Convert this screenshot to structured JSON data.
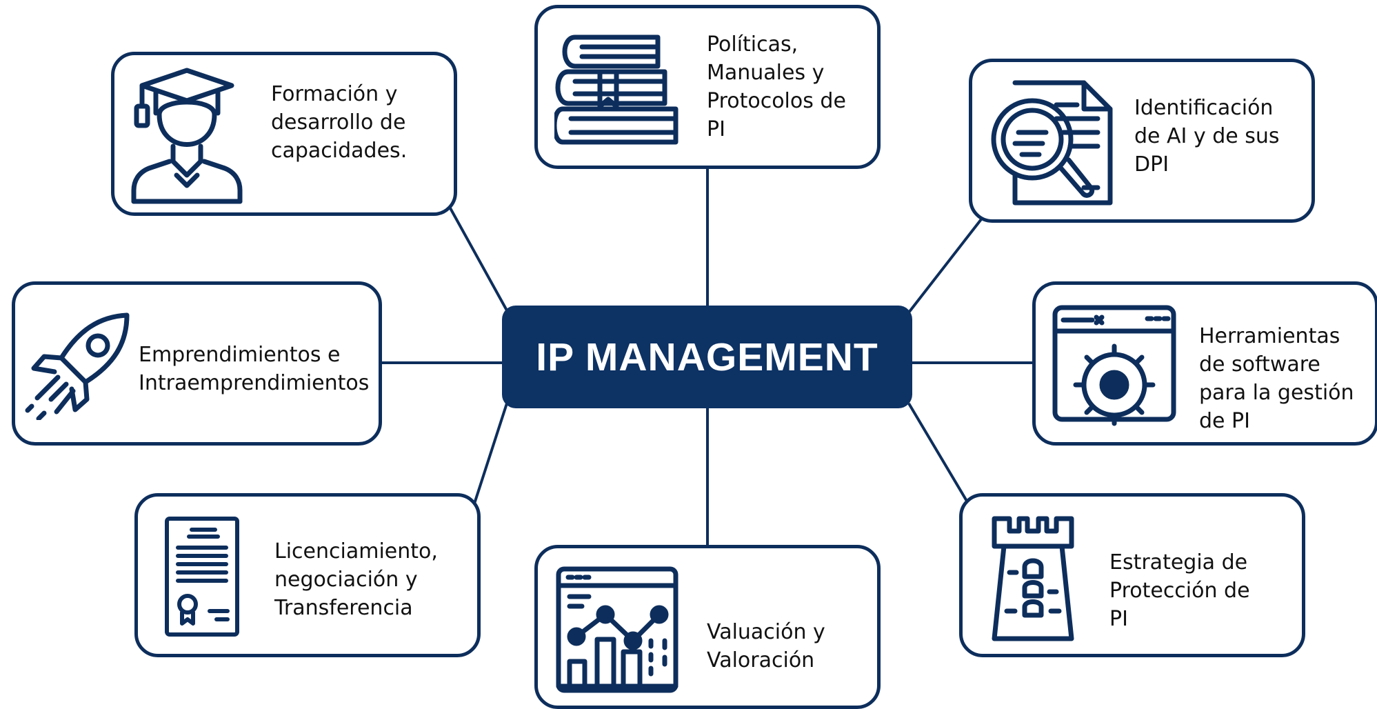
{
  "center": {
    "title": "IP MANAGEMENT"
  },
  "colors": {
    "primary": "#0d3264",
    "outline": "#0d2e5c",
    "text": "#111111",
    "background": "#ffffff"
  },
  "nodes": [
    {
      "id": "formacion",
      "icon": "graduate-icon",
      "lines": [
        "Formación y",
        "desarrollo de",
        "capacidades."
      ]
    },
    {
      "id": "politicas",
      "icon": "books-icon",
      "lines": [
        "Políticas,",
        "Manuales y",
        "Protocolos de",
        "PI"
      ]
    },
    {
      "id": "identificacion",
      "icon": "document-search-icon",
      "lines": [
        "Identificación",
        "de AI y de sus",
        "DPI"
      ]
    },
    {
      "id": "emprendimientos",
      "icon": "rocket-icon",
      "lines": [
        "Emprendimientos e",
        "Intraemprendimientos"
      ]
    },
    {
      "id": "herramientas",
      "icon": "software-gear-icon",
      "lines": [
        "Herramientas",
        "de software",
        "para la gestión",
        "de PI"
      ]
    },
    {
      "id": "licenciamiento",
      "icon": "certificate-icon",
      "lines": [
        "Licenciamiento,",
        "negociación y",
        "Transferencia"
      ]
    },
    {
      "id": "valuacion",
      "icon": "analytics-chart-icon",
      "lines": [
        "Valuación y",
        "Valoración"
      ]
    },
    {
      "id": "estrategia",
      "icon": "tower-icon",
      "lines": [
        "Estrategia de",
        "Protección de",
        "PI"
      ]
    }
  ]
}
